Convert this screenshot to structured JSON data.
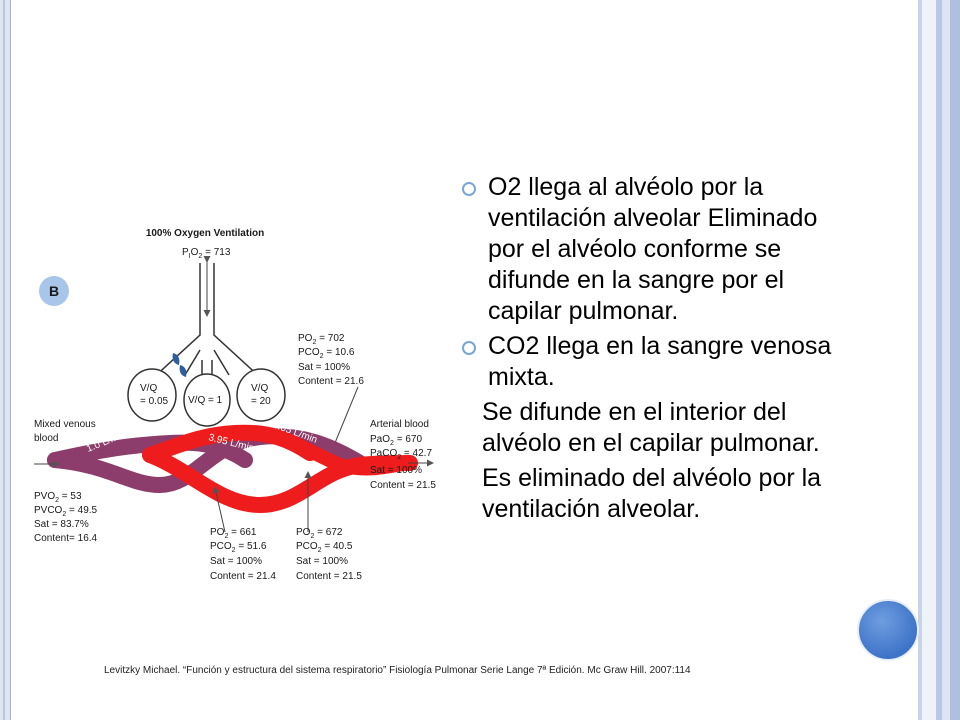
{
  "slide": {
    "bullets": [
      {
        "text": "O2 llega al alvéolo por la ventilación alveolar Eliminado por el alvéolo conforme se difunde  en la sangre por el capilar pulmonar.",
        "marker": true
      },
      {
        "text": "CO2  llega en la sangre venosa mixta.",
        "marker": true
      },
      {
        "text": "Se difunde en el interior del alvéolo en el capilar pulmonar.",
        "marker": false
      },
      {
        "text": "Es eliminado del alvéolo por la ventilación alveolar.",
        "marker": false
      }
    ],
    "citation": "Levitzky Michael. “Función y estructura del sistema respiratorio” Fisiología Pulmonar Serie Lange 7ª Edición. Mc Graw Hill. 2007:114"
  },
  "diagram": {
    "panel_label": "B",
    "title": "100% Oxygen Ventilation",
    "inspired": "P",
    "inspired_sub": "I",
    "inspired_o2": "O",
    "inspired_o2_sub": "2",
    "inspired_value": " = 713",
    "vq_low": {
      "line1": "V/Q",
      "line2": "= 0.05"
    },
    "vq_mid": {
      "line1": "V/Q = 1"
    },
    "vq_high": {
      "line1": "V/Q",
      "line2": "= 20"
    },
    "high_vq_values": {
      "po2": "PO",
      "po2_sub": "2",
      "po2_val": " = 702",
      "pco2": "PCO",
      "pco2_sub": "2",
      "pco2_val": " = 10.6",
      "sat": "Sat = 100%",
      "content": "Content = 21.6"
    },
    "mixed_venous": {
      "line1": "Mixed venous",
      "line2": "blood"
    },
    "flows": {
      "low": "1.0 L/min",
      "mid": "3.95 L/min",
      "high": "0.05 L/min"
    },
    "arterial": {
      "label": "Arterial blood",
      "pao2": "PaO",
      "pao2_sub": "2",
      "pao2_val": " = 670",
      "paco2": "PaCO",
      "paco2_sub": "2",
      "paco2_val": " = 42.7",
      "sat": "Sat = 100%",
      "content": "Content = 21.5"
    },
    "venous_values": {
      "pvo2": "PVO",
      "pvo2_sub": "2",
      "pvo2_val": " = 53",
      "pvco2": "PVCO",
      "pvco2_sub": "2",
      "pvco2_val": " = 49.5",
      "sat": "Sat = 83.7%",
      "content": "Content= 16.4"
    },
    "low_vq_values": {
      "po2": "PO",
      "po2_sub": "2",
      "po2_val": " = 661",
      "pco2": "PCO",
      "pco2_sub": "2",
      "pco2_val": " = 51.6",
      "sat": "Sat = 100%",
      "content": "Content = 21.4"
    },
    "mid_vq_values": {
      "po2": "PO",
      "po2_sub": "2",
      "po2_val": " = 672",
      "pco2": "PCO",
      "pco2_sub": "2",
      "pco2_val": " = 40.5",
      "sat": "Sat = 100%",
      "content": "Content = 21.5"
    },
    "colors": {
      "arterial": "#ee1c1c",
      "venous": "#8c3d6b",
      "label_badge": "#a9c6ea"
    }
  }
}
